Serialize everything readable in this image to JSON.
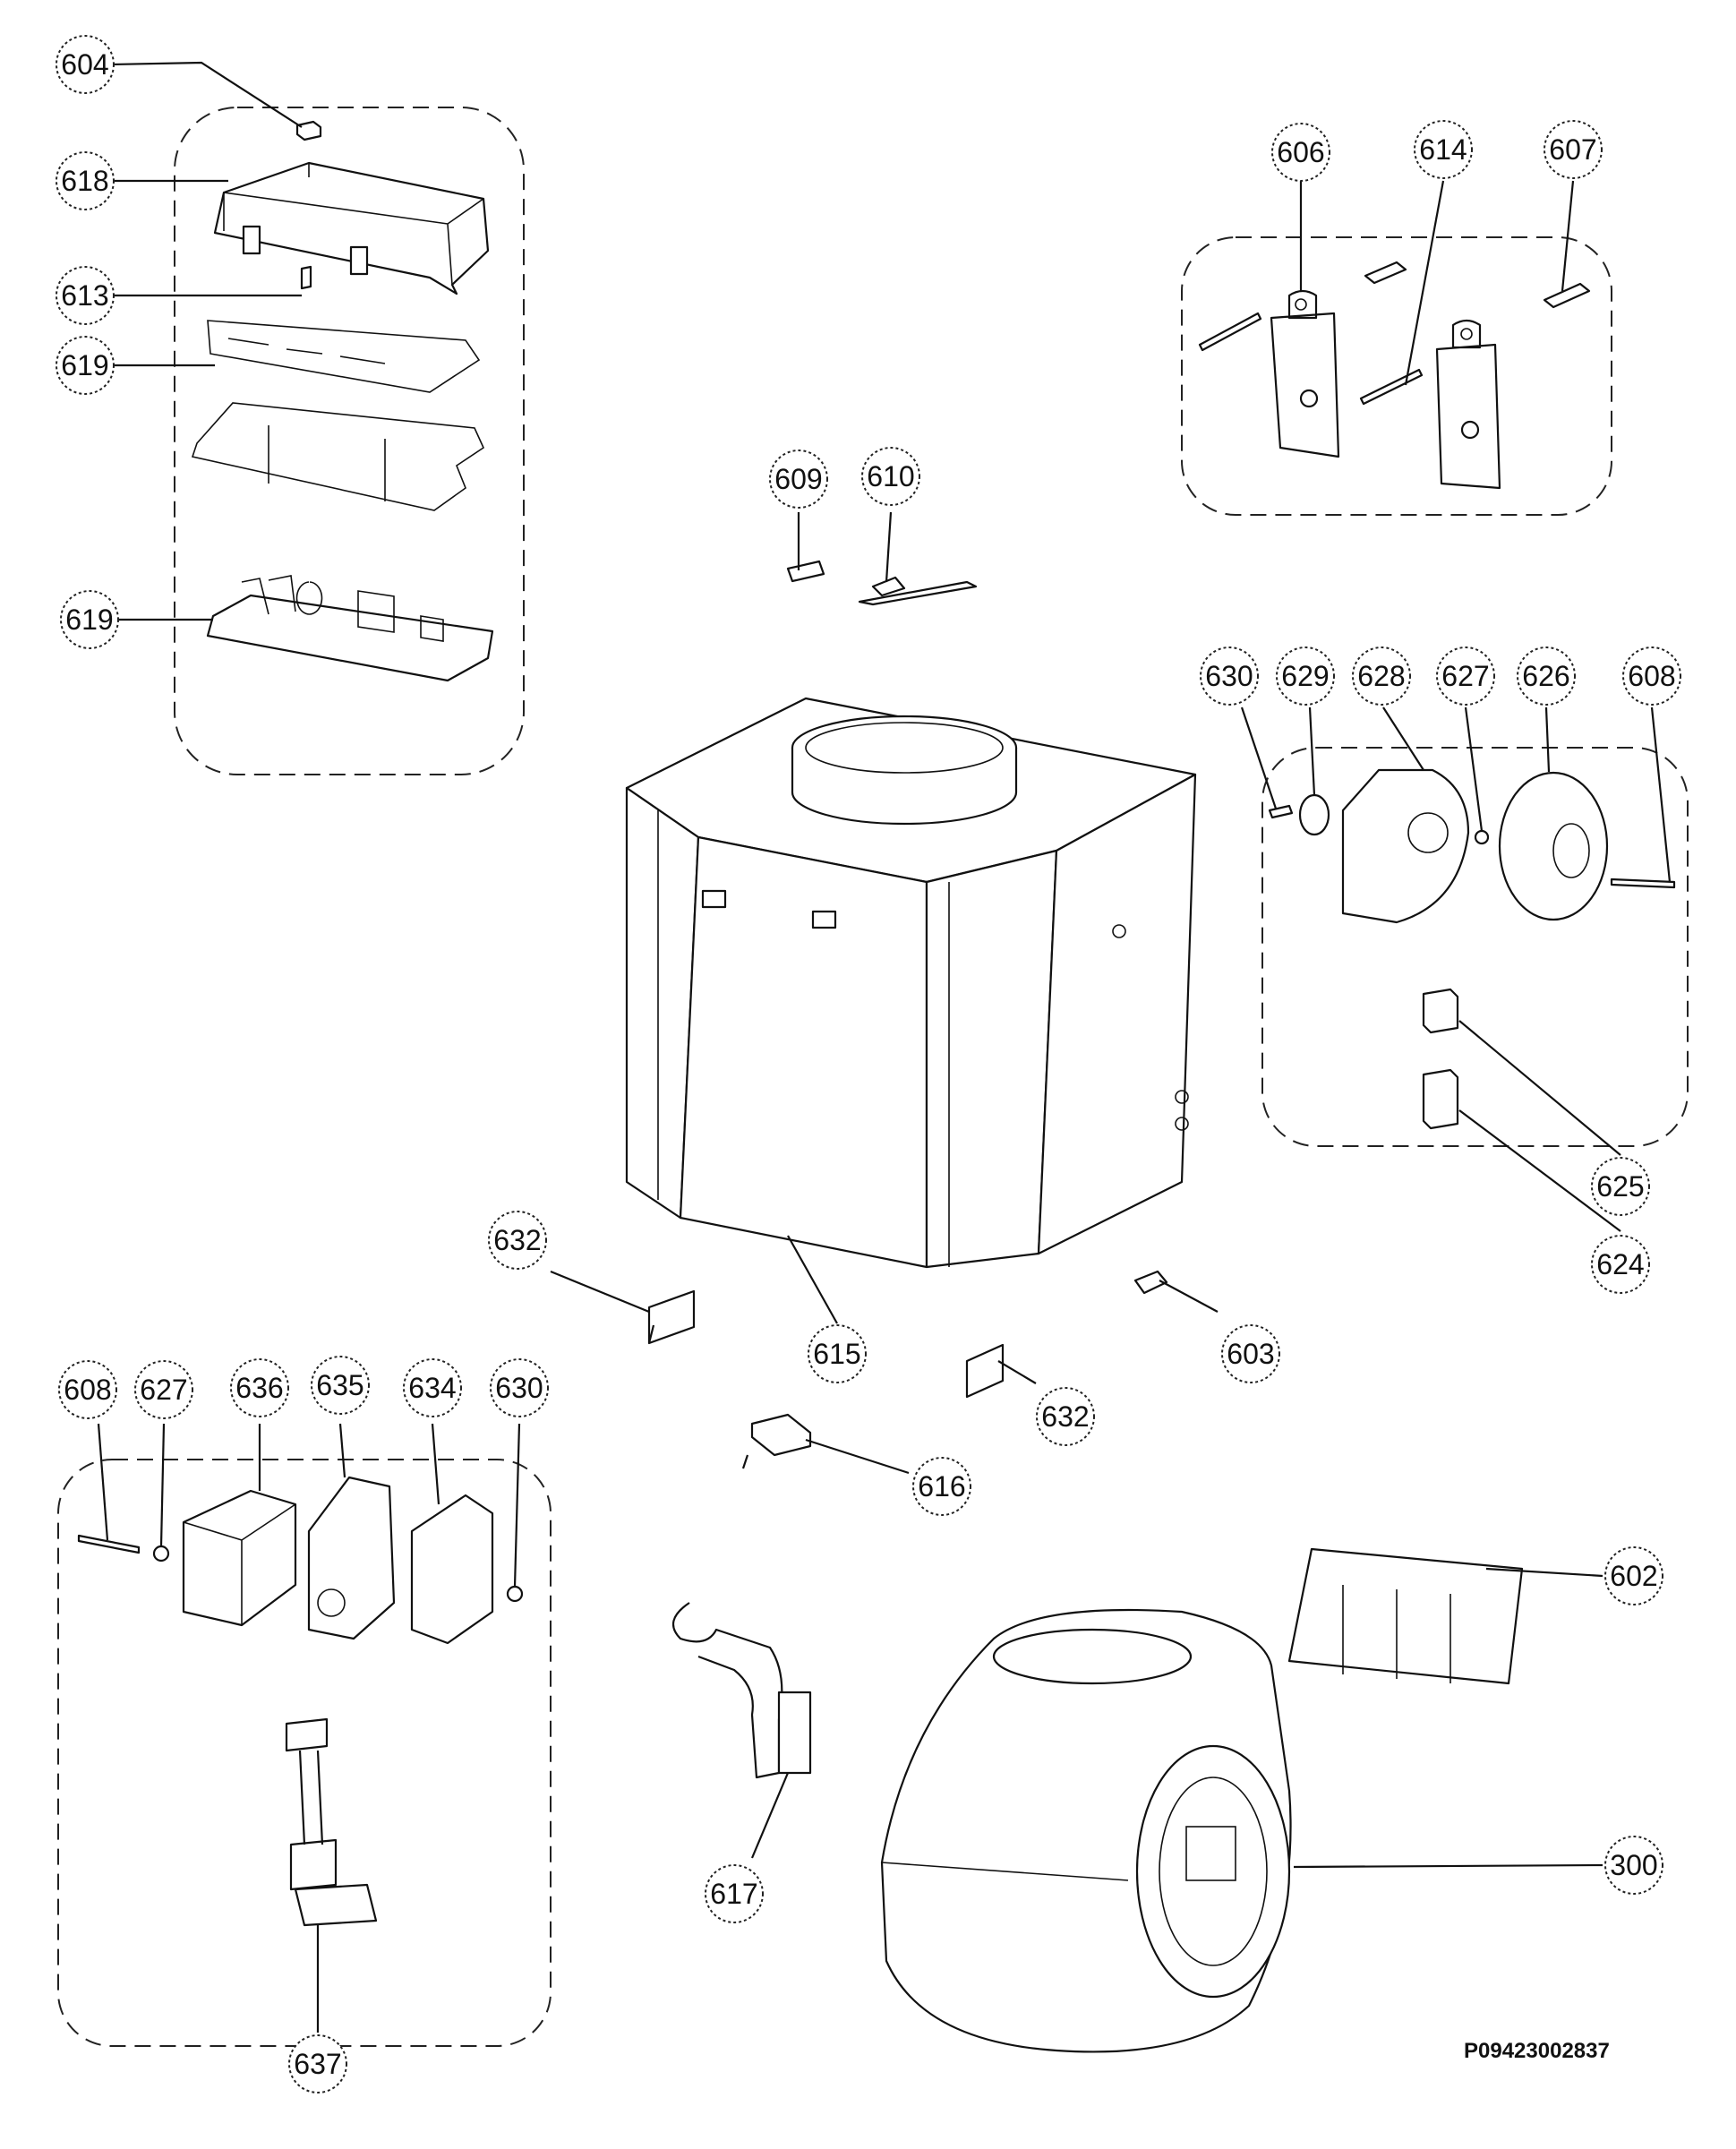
{
  "drawing_code": "P09423002837",
  "callouts": [
    {
      "label": "604"
    },
    {
      "label": "618"
    },
    {
      "label": "613"
    },
    {
      "label": "619"
    },
    {
      "label": "619"
    },
    {
      "label": "606"
    },
    {
      "label": "614"
    },
    {
      "label": "607"
    },
    {
      "label": "609"
    },
    {
      "label": "610"
    },
    {
      "label": "630"
    },
    {
      "label": "629"
    },
    {
      "label": "628"
    },
    {
      "label": "627"
    },
    {
      "label": "626"
    },
    {
      "label": "608"
    },
    {
      "label": "625"
    },
    {
      "label": "624"
    },
    {
      "label": "632"
    },
    {
      "label": "615"
    },
    {
      "label": "632"
    },
    {
      "label": "603"
    },
    {
      "label": "616"
    },
    {
      "label": "608"
    },
    {
      "label": "627"
    },
    {
      "label": "636"
    },
    {
      "label": "635"
    },
    {
      "label": "634"
    },
    {
      "label": "630"
    },
    {
      "label": "637"
    },
    {
      "label": "602"
    },
    {
      "label": "617"
    },
    {
      "label": "300"
    }
  ]
}
